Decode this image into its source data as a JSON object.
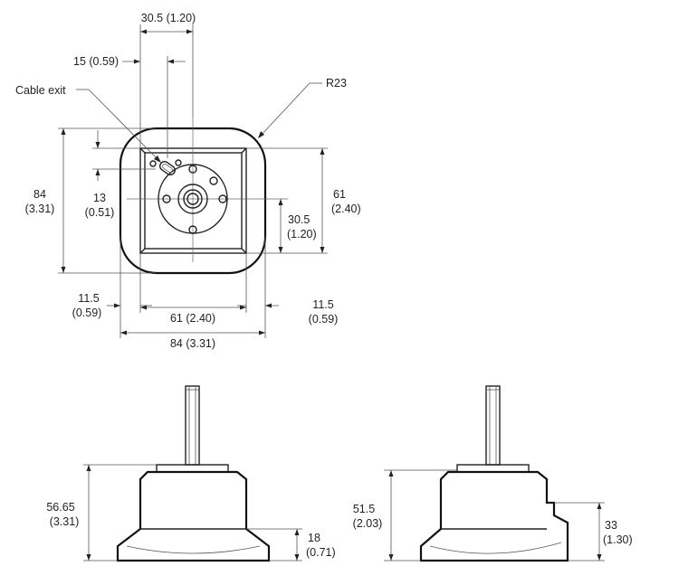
{
  "top_view": {
    "dim_top_width": "30.5 (1.20)",
    "dim_cable_offset": "15 (0.59)",
    "label_cable_exit": "Cable exit",
    "label_radius": "R23",
    "dim_height_84": "84",
    "dim_height_84_in": "(3.31)",
    "dim_13": "13",
    "dim_13_in": "(0.51)",
    "dim_61_right": "61",
    "dim_61_right_in": "(2.40)",
    "dim_30_5_right": "30.5",
    "dim_30_5_right_in": "(1.20)",
    "dim_11_5_left": "11.5",
    "dim_11_5_left_in": "(0.59)",
    "dim_11_5_right": "11.5",
    "dim_11_5_right_in": "(0.59)",
    "dim_61_bottom": "61 (2.40)",
    "dim_84_bottom": "84 (3.31)"
  },
  "side_view_a": {
    "dim_height": "56.65",
    "dim_height_in": "(3.31)",
    "dim_base": "18",
    "dim_base_in": "(0.71)"
  },
  "side_view_b": {
    "dim_height": "51.5",
    "dim_height_in": "(2.03)",
    "dim_step": "33",
    "dim_step_in": "(1.30)"
  }
}
